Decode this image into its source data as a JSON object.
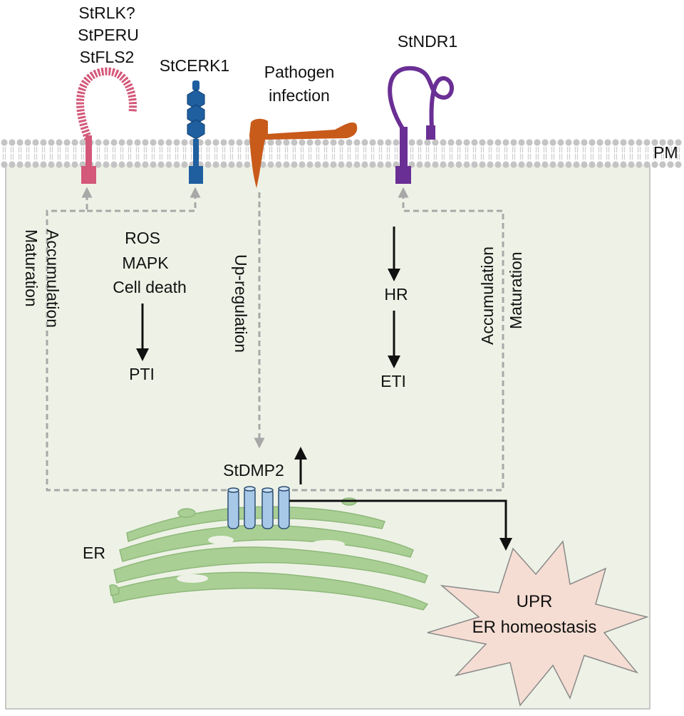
{
  "membrane_label": "PM",
  "er_label": "ER",
  "receptors": {
    "rlk_labels": [
      "StRLK?",
      "StPERU",
      "StFLS2"
    ],
    "cerk_label": "StCERK1",
    "ndr_label": "StNDR1"
  },
  "pathogen": {
    "line1": "Pathogen",
    "line2": "infection"
  },
  "pti_pathway": {
    "steps": [
      "ROS",
      "MAPK",
      "Cell death"
    ],
    "result": "PTI"
  },
  "eti_pathway": {
    "step": "HR",
    "result": "ETI"
  },
  "left_return": {
    "line1": "Accumulation",
    "line2": "Maturation"
  },
  "right_return": {
    "line1": "Accumulation",
    "line2": "Maturation"
  },
  "upregulation_label": "Up-regulation",
  "dmp_label": "StDMP2",
  "outcome": {
    "line1": "UPR",
    "line2": "ER homeostasis"
  },
  "colors": {
    "cell_fill": "#eef2e6",
    "lipid_head": "#c4c4c4",
    "rlk": "#d4587a",
    "cerk": "#1f5fa0",
    "pathogen": "#c85a1a",
    "ndr": "#6a2f94",
    "er": "#a9cf94",
    "dmp": "#a8c8e8",
    "star": "#f5ddd3",
    "dashed": "#a8a8a8"
  }
}
